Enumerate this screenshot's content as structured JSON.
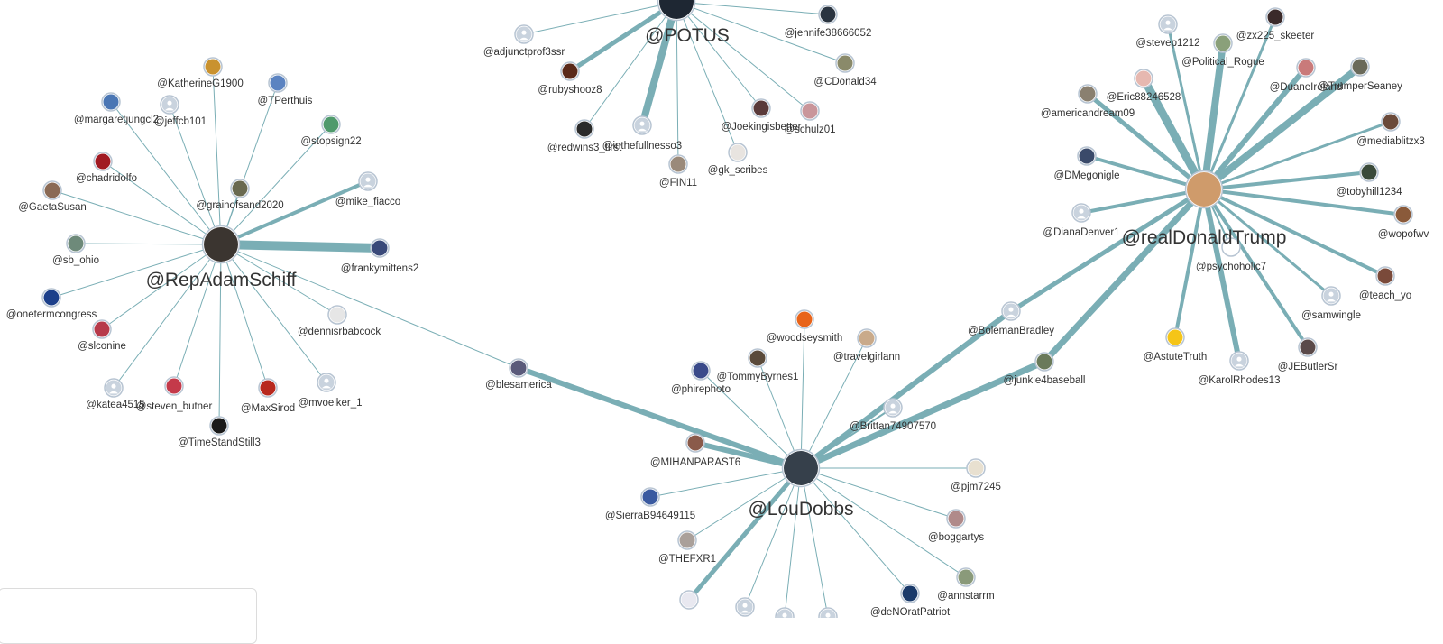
{
  "colors": {
    "edge": "#7aaeb5",
    "node_ring": "#b7c4d2",
    "default_avatar": "#c9d3de",
    "label": "#333333"
  },
  "hubs": [
    {
      "id": "schiff",
      "label": "@RepAdamSchiff",
      "avatar": "#3b3530"
    },
    {
      "id": "potus",
      "label": "@POTUS",
      "avatar": "#1e2733"
    },
    {
      "id": "trump",
      "label": "@realDonaldTrump",
      "avatar": "#cf9b6b"
    },
    {
      "id": "dobbs",
      "label": "@LouDobbs",
      "avatar": "#36404b"
    }
  ],
  "nodes": [
    {
      "id": "katherine",
      "label": "@KatherineG1900",
      "avatar": "#c9922f"
    },
    {
      "id": "tperthuis",
      "label": "@TPerthuis",
      "avatar": "#5b83c1"
    },
    {
      "id": "margaret",
      "label": "@margaretjungcl2",
      "avatar": "#4a76b4"
    },
    {
      "id": "jeffcb",
      "label": "@jeffcb101",
      "avatar": "#c9d3de"
    },
    {
      "id": "stopsign",
      "label": "@stopsign22",
      "avatar": "#4f9a6c"
    },
    {
      "id": "chadri",
      "label": "@chadridolfo",
      "avatar": "#a11a22"
    },
    {
      "id": "grainofsand",
      "label": "@grainofsand2020",
      "avatar": "#6a6a50"
    },
    {
      "id": "mikefiacco",
      "label": "@mike_fiacco",
      "avatar": "#c9d3de"
    },
    {
      "id": "gaetasusan",
      "label": "@GaetaSusan",
      "avatar": "#8a6a55"
    },
    {
      "id": "frankymittens",
      "label": "@frankymittens2",
      "avatar": "#3a4a7a"
    },
    {
      "id": "sbohio",
      "label": "@sb_ohio",
      "avatar": "#6e8a7a"
    },
    {
      "id": "onetermcongress",
      "label": "@onetermcongress",
      "avatar": "#1c3f8a"
    },
    {
      "id": "dennisrb",
      "label": "@dennisrbabcock",
      "avatar": "#e6e6e6"
    },
    {
      "id": "slconine",
      "label": "@slconine",
      "avatar": "#b73a4a"
    },
    {
      "id": "katea",
      "label": "@katea4515",
      "avatar": "#c9d3de"
    },
    {
      "id": "stevenbutner",
      "label": "@steven_butner",
      "avatar": "#c43a4a"
    },
    {
      "id": "maxsirod",
      "label": "@MaxSirod",
      "avatar": "#b8291e"
    },
    {
      "id": "mvoelker",
      "label": "@mvoelker_1",
      "avatar": "#c9d3de"
    },
    {
      "id": "timestand",
      "label": "@TimeStandStill3",
      "avatar": "#1a1a1a"
    },
    {
      "id": "blesamerica",
      "label": "@blesamerica",
      "avatar": "#5a5a7a"
    },
    {
      "id": "adjunct",
      "label": "@adjunctprof3ssr",
      "avatar": "#c9d3de"
    },
    {
      "id": "jennife",
      "label": "@jennife38666052",
      "avatar": "#2a3440"
    },
    {
      "id": "rubyshooz",
      "label": "@rubyshooz8",
      "avatar": "#5a2a1a"
    },
    {
      "id": "cdonald",
      "label": "@CDonald34",
      "avatar": "#8a8a6a"
    },
    {
      "id": "redwins",
      "label": "@redwins3_first",
      "avatar": "#2a2a2a"
    },
    {
      "id": "inthefullness",
      "label": "@inthefullnesso3",
      "avatar": "#c9d3de"
    },
    {
      "id": "joeking",
      "label": "@Joekingisbetter",
      "avatar": "#5a3a3a"
    },
    {
      "id": "schulz",
      "label": "@schulz01",
      "avatar": "#c9959a"
    },
    {
      "id": "fin",
      "label": "@FIN11",
      "avatar": "#9a8a7a"
    },
    {
      "id": "gkscribes",
      "label": "@gk_scribes",
      "avatar": "#e8e4e0"
    },
    {
      "id": "stevep",
      "label": "@stevep1212",
      "avatar": "#c9d3de"
    },
    {
      "id": "zx225",
      "label": "@zx225_skeeter",
      "avatar": "#3a2a2a"
    },
    {
      "id": "political",
      "label": "@Political_Rogue",
      "avatar": "#8aa07a"
    },
    {
      "id": "eric",
      "label": "@Eric88246528",
      "avatar": "#e6b8b0"
    },
    {
      "id": "duane",
      "label": "@DuaneIreland",
      "avatar": "#c97a7a"
    },
    {
      "id": "trumper",
      "label": "@TrumperSeaney",
      "avatar": "#6a6a5a"
    },
    {
      "id": "american",
      "label": "@americandream09",
      "avatar": "#8a8070"
    },
    {
      "id": "mediablitz",
      "label": "@mediablitzx3",
      "avatar": "#6a4a3a"
    },
    {
      "id": "dmegonigle",
      "label": "@DMegonigle",
      "avatar": "#3a4a6a"
    },
    {
      "id": "tobyhill",
      "label": "@tobyhill1234",
      "avatar": "#3a4a3a"
    },
    {
      "id": "dianadenver",
      "label": "@DianaDenver1",
      "avatar": "#c9d3de"
    },
    {
      "id": "wopofwv",
      "label": "@wopofwv",
      "avatar": "#8a5a3a"
    },
    {
      "id": "psychoholic",
      "label": "@psychoholic7",
      "avatar": "#ffffff"
    },
    {
      "id": "teachyo",
      "label": "@teach_yo",
      "avatar": "#7a4a3a"
    },
    {
      "id": "samwingle",
      "label": "@samwingle",
      "avatar": "#c9d3de"
    },
    {
      "id": "astutetruth",
      "label": "@AstuteTruth",
      "avatar": "#f5c518"
    },
    {
      "id": "karol",
      "label": "@KarolRhodes13",
      "avatar": "#c9d3de"
    },
    {
      "id": "jebutler",
      "label": "@JEButlerSr",
      "avatar": "#5a4a4a"
    },
    {
      "id": "boleman",
      "label": "@BolemanBradley",
      "avatar": "#c9d3de"
    },
    {
      "id": "junkie",
      "label": "@junkie4baseball",
      "avatar": "#6a7a5a"
    },
    {
      "id": "woodsey",
      "label": "@woodseysmith",
      "avatar": "#e8641a"
    },
    {
      "id": "travelgirl",
      "label": "@travelgirlann",
      "avatar": "#c9aa8a"
    },
    {
      "id": "tommy",
      "label": "@TommyByrnes1",
      "avatar": "#5a4a3a"
    },
    {
      "id": "phirephoto",
      "label": "@phirephoto",
      "avatar": "#3a4a8a"
    },
    {
      "id": "brittan",
      "label": "@Brittan74907570",
      "avatar": "#c9d3de"
    },
    {
      "id": "mihan",
      "label": "@MIHANPARAST6",
      "avatar": "#8a5a4a"
    },
    {
      "id": "pjm",
      "label": "@pjm7245",
      "avatar": "#e8e0d0"
    },
    {
      "id": "sierra",
      "label": "@SierraB94649115",
      "avatar": "#3a5aa0"
    },
    {
      "id": "boggartys",
      "label": "@boggartys",
      "avatar": "#b08a8a"
    },
    {
      "id": "thefxr",
      "label": "@THEFXR1",
      "avatar": "#aaa09a"
    },
    {
      "id": "annstarrm",
      "label": "@annstarrm",
      "avatar": "#8a9a7a"
    },
    {
      "id": "denorat",
      "label": "@deNOratPatriot",
      "avatar": "#1a3a6a"
    },
    {
      "id": "bottom1",
      "label": "",
      "avatar": "#e8e8f0"
    },
    {
      "id": "bottom2",
      "label": "",
      "avatar": "#c9d3de"
    },
    {
      "id": "bottom3",
      "label": "",
      "avatar": "#c9d3de"
    },
    {
      "id": "bottom4",
      "label": "",
      "avatar": "#c9d3de"
    }
  ],
  "edges": [
    {
      "from": "schiff",
      "to": "katherine",
      "weight": 1
    },
    {
      "from": "schiff",
      "to": "tperthuis",
      "weight": 1
    },
    {
      "from": "schiff",
      "to": "margaret",
      "weight": 1
    },
    {
      "from": "schiff",
      "to": "jeffcb",
      "weight": 1
    },
    {
      "from": "schiff",
      "to": "stopsign",
      "weight": 1
    },
    {
      "from": "schiff",
      "to": "chadri",
      "weight": 1
    },
    {
      "from": "schiff",
      "to": "grainofsand",
      "weight": 1
    },
    {
      "from": "schiff",
      "to": "mikefiacco",
      "weight": 4
    },
    {
      "from": "schiff",
      "to": "gaetasusan",
      "weight": 1
    },
    {
      "from": "schiff",
      "to": "frankymittens",
      "weight": 10
    },
    {
      "from": "schiff",
      "to": "sbohio",
      "weight": 1
    },
    {
      "from": "schiff",
      "to": "onetermcongress",
      "weight": 1
    },
    {
      "from": "schiff",
      "to": "dennisrb",
      "weight": 1
    },
    {
      "from": "schiff",
      "to": "slconine",
      "weight": 1
    },
    {
      "from": "schiff",
      "to": "katea",
      "weight": 1
    },
    {
      "from": "schiff",
      "to": "stevenbutner",
      "weight": 1
    },
    {
      "from": "schiff",
      "to": "maxsirod",
      "weight": 1
    },
    {
      "from": "schiff",
      "to": "mvoelker",
      "weight": 1
    },
    {
      "from": "schiff",
      "to": "timestand",
      "weight": 1
    },
    {
      "from": "schiff",
      "to": "blesamerica",
      "weight": 1
    },
    {
      "from": "potus",
      "to": "adjunct",
      "weight": 1
    },
    {
      "from": "potus",
      "to": "jennife",
      "weight": 1
    },
    {
      "from": "potus",
      "to": "rubyshooz",
      "weight": 5
    },
    {
      "from": "potus",
      "to": "cdonald",
      "weight": 1
    },
    {
      "from": "potus",
      "to": "redwins",
      "weight": 1
    },
    {
      "from": "potus",
      "to": "inthefullness",
      "weight": 8
    },
    {
      "from": "potus",
      "to": "joeking",
      "weight": 1
    },
    {
      "from": "potus",
      "to": "schulz",
      "weight": 1
    },
    {
      "from": "potus",
      "to": "fin",
      "weight": 1
    },
    {
      "from": "potus",
      "to": "gkscribes",
      "weight": 1
    },
    {
      "from": "trump",
      "to": "stevep",
      "weight": 3
    },
    {
      "from": "trump",
      "to": "zx225",
      "weight": 3
    },
    {
      "from": "trump",
      "to": "political",
      "weight": 8
    },
    {
      "from": "trump",
      "to": "eric",
      "weight": 9
    },
    {
      "from": "trump",
      "to": "duane",
      "weight": 6
    },
    {
      "from": "trump",
      "to": "trumper",
      "weight": 8
    },
    {
      "from": "trump",
      "to": "american",
      "weight": 5
    },
    {
      "from": "trump",
      "to": "mediablitz",
      "weight": 3
    },
    {
      "from": "trump",
      "to": "dmegonigle",
      "weight": 4
    },
    {
      "from": "trump",
      "to": "tobyhill",
      "weight": 4
    },
    {
      "from": "trump",
      "to": "dianadenver",
      "weight": 4
    },
    {
      "from": "trump",
      "to": "wopofwv",
      "weight": 4
    },
    {
      "from": "trump",
      "to": "psychoholic",
      "weight": 2
    },
    {
      "from": "trump",
      "to": "teachyo",
      "weight": 4
    },
    {
      "from": "trump",
      "to": "samwingle",
      "weight": 3
    },
    {
      "from": "trump",
      "to": "astutetruth",
      "weight": 4
    },
    {
      "from": "trump",
      "to": "karol",
      "weight": 6
    },
    {
      "from": "trump",
      "to": "jebutler",
      "weight": 4
    },
    {
      "from": "trump",
      "to": "boleman",
      "weight": 5
    },
    {
      "from": "trump",
      "to": "junkie",
      "weight": 7
    },
    {
      "from": "dobbs",
      "to": "boleman",
      "weight": 6
    },
    {
      "from": "dobbs",
      "to": "junkie",
      "weight": 7
    },
    {
      "from": "dobbs",
      "to": "woodsey",
      "weight": 1
    },
    {
      "from": "dobbs",
      "to": "travelgirl",
      "weight": 1
    },
    {
      "from": "dobbs",
      "to": "tommy",
      "weight": 1
    },
    {
      "from": "dobbs",
      "to": "phirephoto",
      "weight": 1
    },
    {
      "from": "dobbs",
      "to": "brittan",
      "weight": 2
    },
    {
      "from": "dobbs",
      "to": "mihan",
      "weight": 6
    },
    {
      "from": "dobbs",
      "to": "pjm",
      "weight": 1
    },
    {
      "from": "dobbs",
      "to": "sierra",
      "weight": 1
    },
    {
      "from": "dobbs",
      "to": "boggartys",
      "weight": 1
    },
    {
      "from": "dobbs",
      "to": "thefxr",
      "weight": 1
    },
    {
      "from": "dobbs",
      "to": "annstarrm",
      "weight": 1
    },
    {
      "from": "dobbs",
      "to": "denorat",
      "weight": 1
    },
    {
      "from": "dobbs",
      "to": "blesamerica",
      "weight": 6
    },
    {
      "from": "dobbs",
      "to": "bottom1",
      "weight": 5
    },
    {
      "from": "dobbs",
      "to": "bottom2",
      "weight": 1
    },
    {
      "from": "dobbs",
      "to": "bottom3",
      "weight": 1
    },
    {
      "from": "dobbs",
      "to": "bottom4",
      "weight": 1
    }
  ]
}
